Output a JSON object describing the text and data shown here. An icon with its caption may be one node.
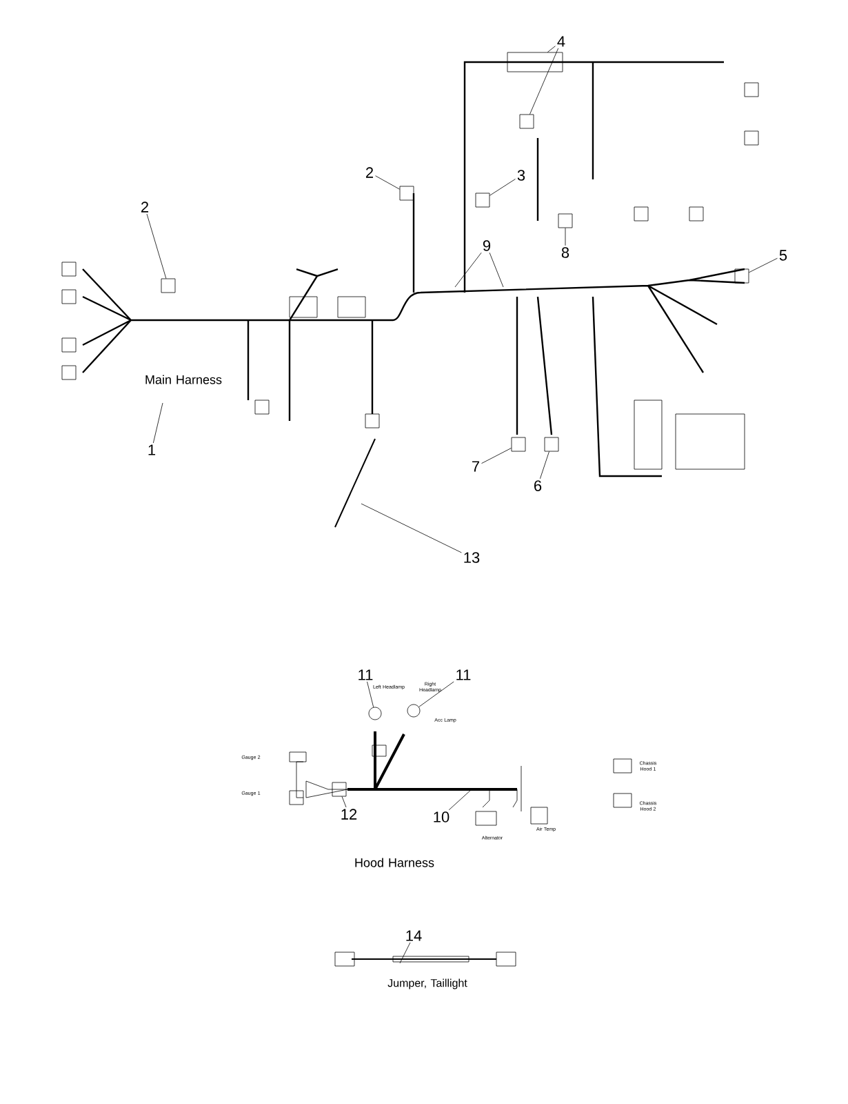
{
  "diagram": {
    "nodes": [
      {
        "text": [
          "1"
        ]
      },
      {
        "text": [
          "2"
        ]
      },
      {
        "text": [],
        "shape": "box"
      },
      {
        "text": [
          "2"
        ]
      },
      {
        "text": [],
        "shape": "box"
      },
      {
        "text": [
          "3"
        ]
      },
      {
        "text": [],
        "shape": "box"
      },
      {
        "text": [
          "4"
        ]
      },
      {
        "text": [],
        "shape": "box"
      },
      {
        "text": [],
        "shape": "box"
      },
      {
        "text": [
          "5"
        ]
      },
      {
        "text": [],
        "shape": "box"
      },
      {
        "text": [
          "6"
        ]
      },
      {
        "text": [],
        "shape": "box"
      },
      {
        "text": [
          "7"
        ]
      },
      {
        "text": [],
        "shape": "box"
      },
      {
        "text": [
          "8"
        ]
      },
      {
        "text": [],
        "shape": "box"
      },
      {
        "text": [
          "9"
        ]
      },
      {
        "text": [
          "10"
        ]
      },
      {
        "text": [
          "11"
        ]
      },
      {
        "text": [],
        "shape": "circle"
      },
      {
        "text": [
          "11"
        ]
      },
      {
        "text": [],
        "shape": "circle"
      },
      {
        "text": [
          "12"
        ]
      },
      {
        "text": [],
        "shape": "box"
      },
      {
        "text": [
          "13"
        ]
      },
      {
        "text": [
          "14"
        ]
      }
    ],
    "edges": [
      {
        "from": 0,
        "to": null,
        "arrow": "none"
      },
      {
        "from": 1,
        "to": 2,
        "arrow": "none"
      },
      {
        "from": 3,
        "to": 4,
        "arrow": "none"
      },
      {
        "from": 5,
        "to": 6,
        "arrow": "none"
      },
      {
        "from": 7,
        "to": 8,
        "arrow": "none"
      },
      {
        "from": 7,
        "to": 9,
        "arrow": "none"
      },
      {
        "from": 10,
        "to": 11,
        "arrow": "none"
      },
      {
        "from": 12,
        "to": 13,
        "arrow": "none"
      },
      {
        "from": 14,
        "to": 15,
        "arrow": "none"
      },
      {
        "from": 16,
        "to": 17,
        "arrow": "none"
      },
      {
        "from": 18,
        "to": null,
        "arrow": "none"
      },
      {
        "from": 18,
        "to": null,
        "arrow": "none"
      },
      {
        "from": 19,
        "to": null,
        "arrow": "none"
      },
      {
        "from": 20,
        "to": 21,
        "arrow": "none"
      },
      {
        "from": 22,
        "to": 23,
        "arrow": "none"
      },
      {
        "from": 24,
        "to": 25,
        "arrow": "none"
      },
      {
        "from": 26,
        "to": null,
        "arrow": "none"
      },
      {
        "from": 27,
        "to": null,
        "arrow": "none"
      }
    ],
    "labels": [
      "Main Harness",
      "Left Headlamp",
      "Right Headlamp",
      "Acc Lamp",
      "Gauge 2",
      "Gauge 1",
      "Chassis Hood 1",
      "Chassis Hood 2",
      "Alternator",
      "Air Temp",
      "Hood Harness",
      "Jumper, Taillight"
    ]
  }
}
